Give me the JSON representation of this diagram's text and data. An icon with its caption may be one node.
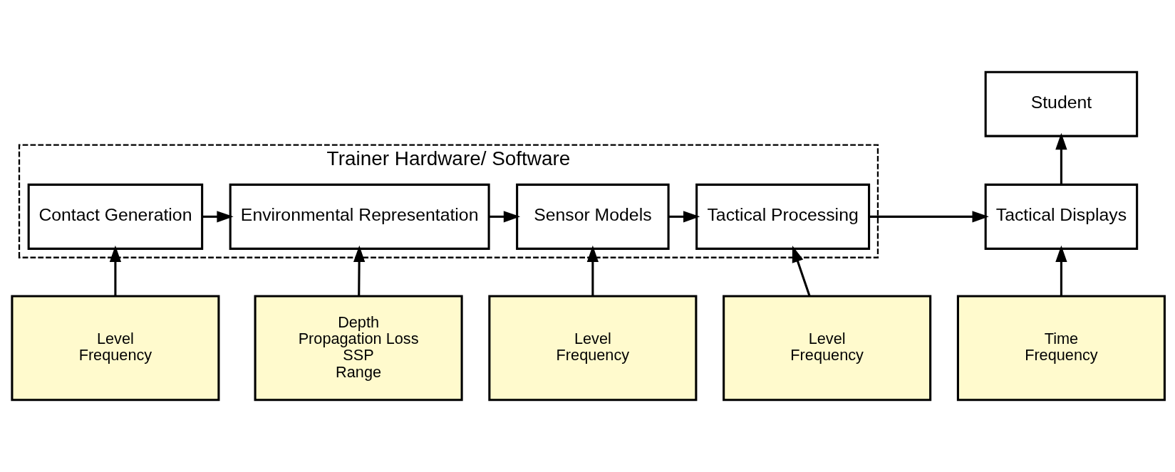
{
  "diagram": {
    "nodes": [
      {
        "text": [
          "Trainer Hardware/ Software"
        ]
      },
      {
        "text": [
          "Contact Generation"
        ],
        "in": 0
      },
      {
        "text": [
          "Environmental Representation"
        ],
        "in": 0
      },
      {
        "text": [
          "Sensor Models"
        ],
        "in": 0
      },
      {
        "text": [
          "Tactical Processing"
        ],
        "in": 0
      },
      {
        "text": [
          "Tactical Displays"
        ]
      },
      {
        "text": [
          "Student"
        ]
      },
      {
        "text": [
          "Level",
          "Frequency"
        ]
      },
      {
        "text": [
          "Depth",
          "Propagation Loss",
          "SSP",
          "Range"
        ]
      },
      {
        "text": [
          "Level",
          "Frequency"
        ]
      },
      {
        "text": [
          "Level",
          "Frequency"
        ]
      },
      {
        "text": [
          "Time",
          "Frequency"
        ]
      }
    ],
    "edges": [
      {
        "from": 1,
        "to": 2,
        "arrow": "to"
      },
      {
        "from": 2,
        "to": 3,
        "arrow": "to"
      },
      {
        "from": 3,
        "to": 4,
        "arrow": "to"
      },
      {
        "from": 4,
        "to": 5,
        "arrow": "to"
      },
      {
        "from": 5,
        "to": 6,
        "arrow": "to"
      },
      {
        "from": 7,
        "to": 1,
        "arrow": "to"
      },
      {
        "from": 8,
        "to": 2,
        "arrow": "to"
      },
      {
        "from": 9,
        "to": 3,
        "arrow": "to"
      },
      {
        "from": 10,
        "to": 4,
        "arrow": "to"
      },
      {
        "from": 11,
        "to": 5,
        "arrow": "to"
      }
    ]
  }
}
